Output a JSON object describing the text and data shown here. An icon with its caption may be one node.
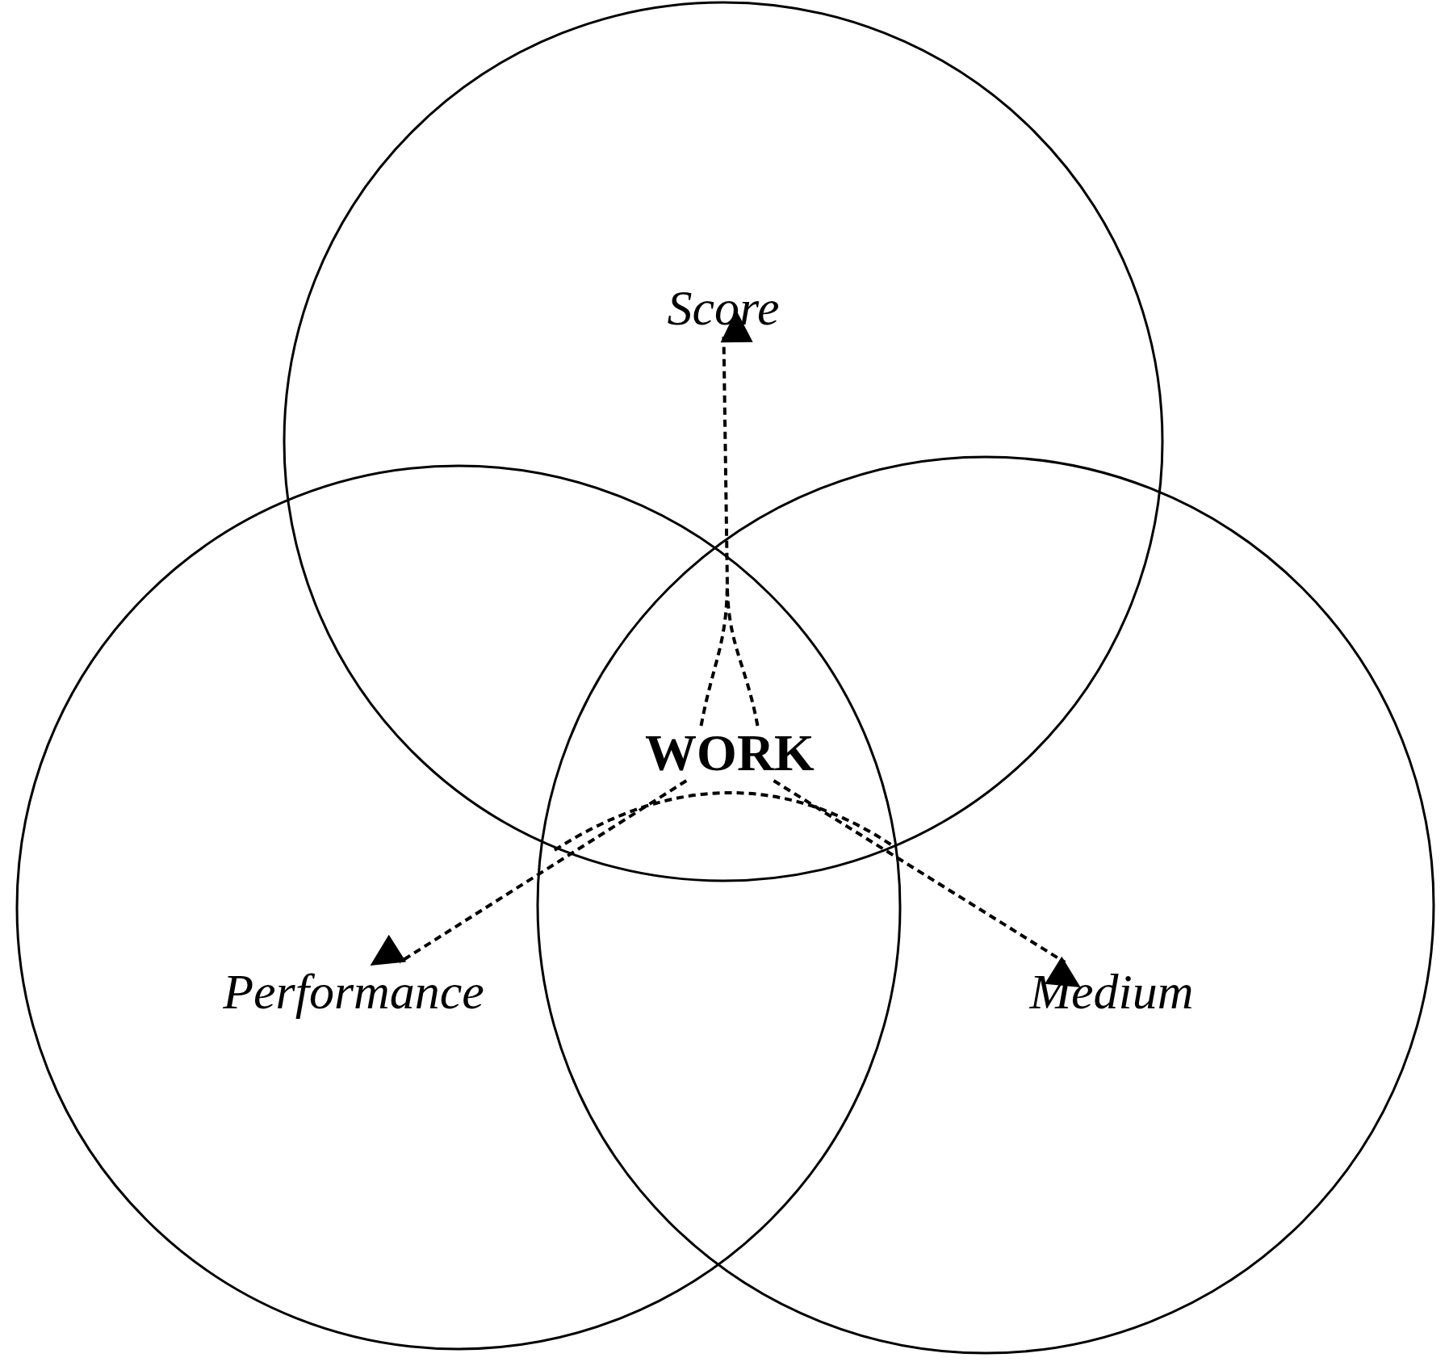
{
  "diagram": {
    "nodes": [
      {
        "text": [
          "Score"
        ]
      },
      {
        "text": [
          "Performance"
        ]
      },
      {
        "text": [
          "Medium"
        ]
      },
      {
        "text": [
          "WORK"
        ]
      }
    ],
    "edges": [
      {
        "from": 3,
        "to": 0,
        "arrow": "to",
        "style": "dashed"
      },
      {
        "from": 3,
        "to": 1,
        "arrow": "to",
        "style": "dashed"
      },
      {
        "from": 3,
        "to": 2,
        "arrow": "to",
        "style": "dashed"
      }
    ]
  }
}
